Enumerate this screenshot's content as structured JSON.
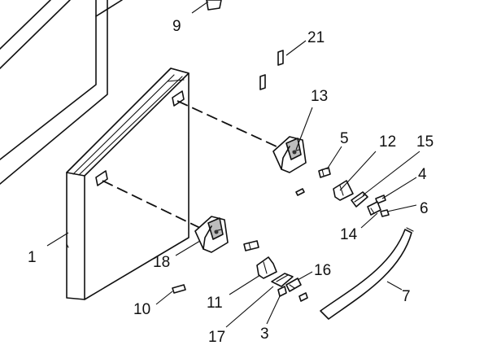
{
  "callouts": {
    "c1": "1",
    "c3": "3",
    "c4": "4",
    "c5": "5",
    "c6": "6",
    "c7": "7",
    "c9": "9",
    "c10": "10",
    "c11": "11",
    "c12": "12",
    "c13": "13",
    "c14": "14",
    "c15": "15",
    "c16": "16",
    "c17": "17",
    "c18": "18",
    "c21": "21"
  }
}
